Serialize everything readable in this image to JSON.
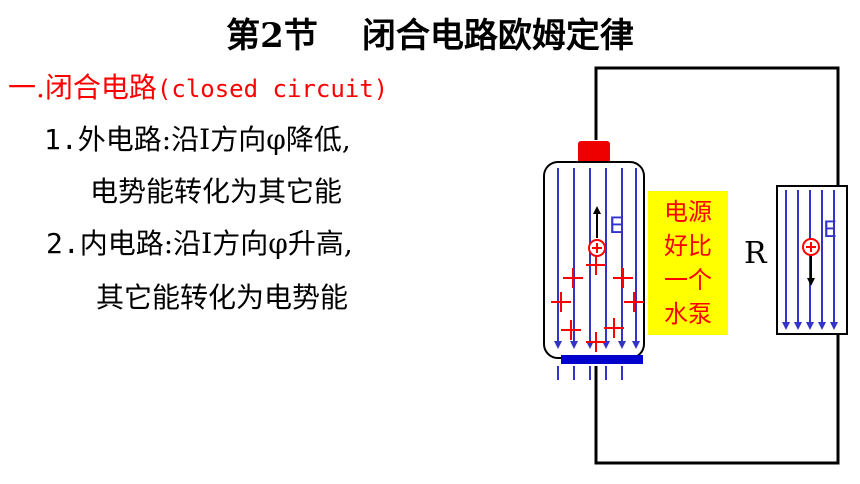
{
  "title": {
    "section": "第2节",
    "topic": "闭合电路欧姆定律"
  },
  "heading": {
    "number": "一.",
    "label": "闭合电路",
    "english": "(closed circuit)"
  },
  "points": [
    {
      "number": "1.",
      "head": "外电路:",
      "text": "沿I方向φ降低,",
      "cont": "电势能转化为其它能"
    },
    {
      "number": "2.",
      "head": "内电路:",
      "text": "沿I方向φ升高,",
      "cont": "其它能转化为电势能"
    }
  ],
  "diagram": {
    "analogy_lines": [
      "电源",
      "好比",
      "一个",
      "水泵"
    ],
    "resistor_label": "R",
    "field_label": "E",
    "positive_symbol": "+",
    "colors": {
      "field_lines": "#3333cc",
      "charge": "#ff0000",
      "terminal_positive": "#ee0000",
      "terminal_negative": "#0000cc",
      "wire": "#000000",
      "highlight": "#ffff00"
    }
  }
}
